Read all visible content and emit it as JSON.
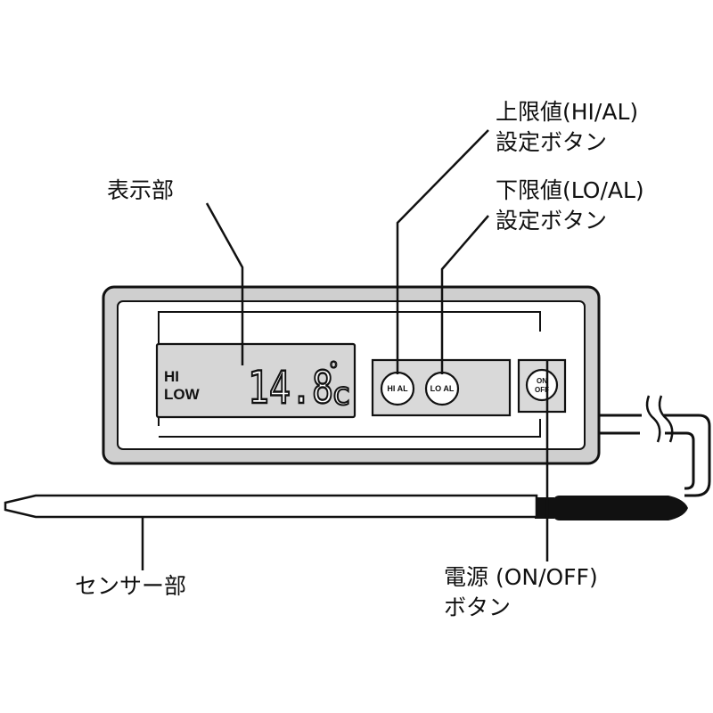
{
  "callouts": {
    "display": "表示部",
    "hi_button_line1": "上限値(HI/AL)",
    "hi_button_line2": "設定ボタン",
    "lo_button_line1": "下限値(LO/AL)",
    "lo_button_line2": "設定ボタン",
    "sensor": "センサー部",
    "power_line1": "電源 (ON/OFF)",
    "power_line2": "ボタン"
  },
  "lcd": {
    "hi": "HI",
    "low": "LOW",
    "reading": "14.8",
    "degree": "o",
    "unit": "c"
  },
  "buttons": {
    "hi_al": "HI AL",
    "lo_al": "LO AL",
    "power_on": "ON",
    "power_off": "OFF"
  }
}
